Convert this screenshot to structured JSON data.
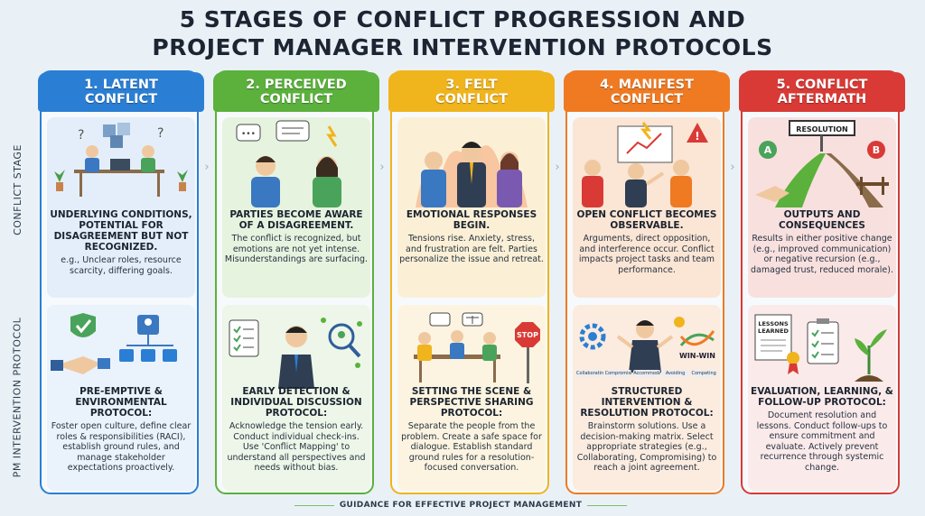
{
  "title_line1": "5 STAGES OF CONFLICT PROGRESSION AND",
  "title_line2": "PROJECT MANAGER INTERVENTION PROTOCOLS",
  "side_labels": {
    "stage": "CONFLICT STAGE",
    "protocol": "PM INTERVENTION PROTOCOL"
  },
  "footer": "GUIDANCE FOR EFFECTIVE PROJECT MANAGEMENT",
  "colors": {
    "blue": "#2a7fd4",
    "green": "#5bb13c",
    "yellow": "#f0b41c",
    "orange": "#ef7a22",
    "red": "#d93a35"
  },
  "stages": [
    {
      "header1": "1. LATENT",
      "header2": "CONFLICT",
      "stage_head": "UNDERLYING CONDITIONS, POTENTIAL FOR DISAGREEMENT BUT NOT RECOGNIZED.",
      "stage_body": "e.g., Unclear roles, resource scarcity, differing goals.",
      "proto_head": "PRE-EMPTIVE & ENVIRONMENTAL PROTOCOL:",
      "proto_body": "Foster open culture, define clear roles & responsibilities (RACI), establish ground rules, and manage stakeholder expectations proactively."
    },
    {
      "header1": "2. PERCEIVED",
      "header2": "CONFLICT",
      "stage_head": "PARTIES BECOME AWARE OF A DISAGREEMENT.",
      "stage_body": "The conflict is recognized, but emotions are not yet intense. Misunderstandings are surfacing.",
      "proto_head": "EARLY DETECTION & INDIVIDUAL DISCUSSION PROTOCOL:",
      "proto_body": "Acknowledge the tension early. Conduct individual check-ins. Use 'Conflict Mapping' to understand all perspectives and needs without bias."
    },
    {
      "header1": "3. FELT",
      "header2": "CONFLICT",
      "stage_head": "EMOTIONAL RESPONSES BEGIN.",
      "stage_body": "Tensions rise. Anxiety, stress, and frustration are felt. Parties personalize the issue and retreat.",
      "proto_head": "SETTING THE SCENE & PERSPECTIVE SHARING PROTOCOL:",
      "proto_body": "Separate the people from the problem. Create a safe space for dialogue. Establish standard ground rules for a resolution-focused conversation.",
      "stop": "STOP"
    },
    {
      "header1": "4. MANIFEST",
      "header2": "CONFLICT",
      "stage_head": "OPEN CONFLICT BECOMES OBSERVABLE.",
      "stage_body": "Arguments, direct opposition, and interference occur. Conflict impacts project tasks and team performance.",
      "proto_head": "STRUCTURED INTERVENTION & RESOLUTION PROTOCOL:",
      "proto_body": "Brainstorm solutions. Use a decision-making matrix. Select appropriate strategies (e.g., Collaborating, Compromising) to reach a joint agreement.",
      "winwin": "WIN-WIN",
      "strategies": [
        "Collaborating",
        "Compromising",
        "Accommodating",
        "Avoiding",
        "Competing"
      ]
    },
    {
      "header1": "5. CONFLICT",
      "header2": "AFTERMATH",
      "stage_head": "OUTPUTS AND CONSEQUENCES",
      "stage_body": "Results in either positive change (e.g., improved communication) or negative recursion (e.g., damaged trust, reduced morale).",
      "proto_head": "EVALUATION, LEARNING, & FOLLOW-UP PROTOCOL:",
      "proto_body": "Document resolution and lessons. Conduct follow-ups to ensure commitment and evaluate. Actively prevent recurrence through systemic change.",
      "sign": "RESOLUTION",
      "path_a": "A",
      "path_b": "B",
      "lessons1": "LESSONS",
      "lessons2": "LEARNED"
    }
  ]
}
